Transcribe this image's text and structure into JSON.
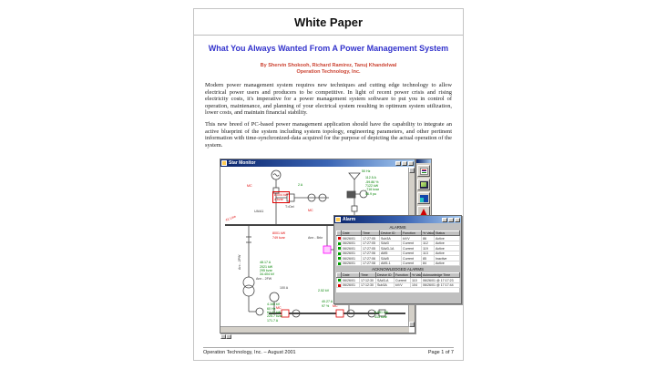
{
  "colors": {
    "title_blue": "#3333cc",
    "byline_red": "#cc4433",
    "diagram_green": "#008200",
    "diagram_red": "#e00000",
    "titlebar_navy": "#0a246a",
    "titlebar_light": "#a6caf0",
    "alarm_indicator_red": "#dd0000",
    "alarm_indicator_green": "#00a000"
  },
  "page": {
    "header_title": "White Paper",
    "title": "What You Always Wanted From A Power Management System",
    "byline": "By Shervin Shokooh, Richard Ramirez, Tanuj Khandelwal",
    "organization": "Operation Technology, Inc.",
    "paragraphs": {
      "p1": "Modern power management system requires new techniques and cutting edge technology to allow electrical power users and producers to be competitive. In light of recent power crisis and rising electricity costs, it's imperative for a power management system software to put you in control of operation, maintenance, and planning of your electrical system resulting in optimum system utilization, lower costs, and maintain financial stability.",
      "p2": "This new breed of PC-based power management application should have the capability to integrate an active blueprint of the system including system topology, engineering parameters, and other pertinent information with time-synchronized-data acquired for the purpose of depicting the actual operation of the system."
    },
    "footer_left": "Operation Technology, Inc. – August 2001",
    "footer_right": "Page 1 of 7"
  },
  "screenshot": {
    "monitor_window": {
      "title": "Star Monitor",
      "labels": [
        {
          "text": "50 Hz"
        },
        {
          "text": "112.5 A\n-59.86 %\n7122 kW\n-716 kvar\n56.9 pu"
        },
        {
          "text": "7.122 kW\n716 kvar"
        },
        {
          "text": "8.004 kW\n4 kvar"
        },
        {
          "text": "2 A"
        },
        {
          "text": "T>Del"
        },
        {
          "text": "UA/A1"
        },
        {
          "text": "#1 Line"
        },
        {
          "text": "MC"
        },
        {
          "text": "MC"
        },
        {
          "text": "8001 kW\n749 kvar"
        },
        {
          "text": "Ann - Brkr"
        },
        {
          "text": "48.17 A\n2021 kW\n295 kvar\n34.404 kV"
        },
        {
          "text": "Arc - 2PW"
        },
        {
          "text": "Ann - 2FW"
        },
        {
          "text": "100 A"
        },
        {
          "text": "4.160 kV\n60 Hz\n67.27 kW\n225.7 kvar\n171.7 A"
        },
        {
          "text": "2.52 kV"
        },
        {
          "text": "40.27 A\n97 %"
        },
        {
          "text": "8.581 kW\n413 kvar"
        },
        {
          "text": "MC"
        },
        {
          "text": "MC"
        }
      ]
    },
    "toolbar": {
      "icons": [
        "report",
        "monitor",
        "chart",
        "alarm",
        "traffic-light"
      ]
    },
    "alarm_window": {
      "title": "Alarm",
      "alarms": {
        "heading": "ALARMS",
        "columns": [
          "Date",
          "Time",
          "Device ID",
          "Function",
          "% Value",
          "Status"
        ],
        "rows": [
          {
            "indicator": "red",
            "date": "06/26/01",
            "time": "17:27:05",
            "device": "Sub3A",
            "function": "kV/V",
            "value": "86",
            "status": "Active"
          },
          {
            "indicator": "green",
            "date": "06/26/01",
            "time": "17:27:05",
            "device": "SA#3",
            "function": "Current",
            "value": "112",
            "status": "Active"
          },
          {
            "indicator": "green",
            "date": "06/26/01",
            "time": "17:27:05",
            "device": "SA#3-1A",
            "function": "Current",
            "value": "119",
            "status": "Active"
          },
          {
            "indicator": "green",
            "date": "06/26/01",
            "time": "17:27:06",
            "device": "AM5",
            "function": "Current",
            "value": "113",
            "status": "Active"
          },
          {
            "indicator": "green",
            "date": "06/26/01",
            "time": "17:27:06",
            "device": "SA#5",
            "function": "Current",
            "value": "85",
            "status": "Inactive"
          },
          {
            "indicator": "green",
            "date": "06/26/01",
            "time": "17:27:08",
            "device": "AM5-1",
            "function": "Current",
            "value": "84",
            "status": "Active"
          }
        ]
      },
      "acknowledged": {
        "heading": "ACKNOWLEDGED ALARMS",
        "columns": [
          "Date",
          "Time",
          "Device ID",
          "Function",
          "% Value",
          "Acknowledge Time"
        ],
        "rows": [
          {
            "indicator": "green",
            "date": "06/26/01",
            "time": "17:12:30",
            "device": "SA#3-A",
            "function": "Current",
            "value": "110",
            "ack_time": "06/26/01 @ 17:17:23"
          },
          {
            "indicator": "red",
            "date": "06/26/01",
            "time": "17:12:30",
            "device": "Sub3A",
            "function": "kV/V",
            "value": "104",
            "ack_time": "06/26/01 @ 17:17:44"
          }
        ]
      }
    }
  }
}
